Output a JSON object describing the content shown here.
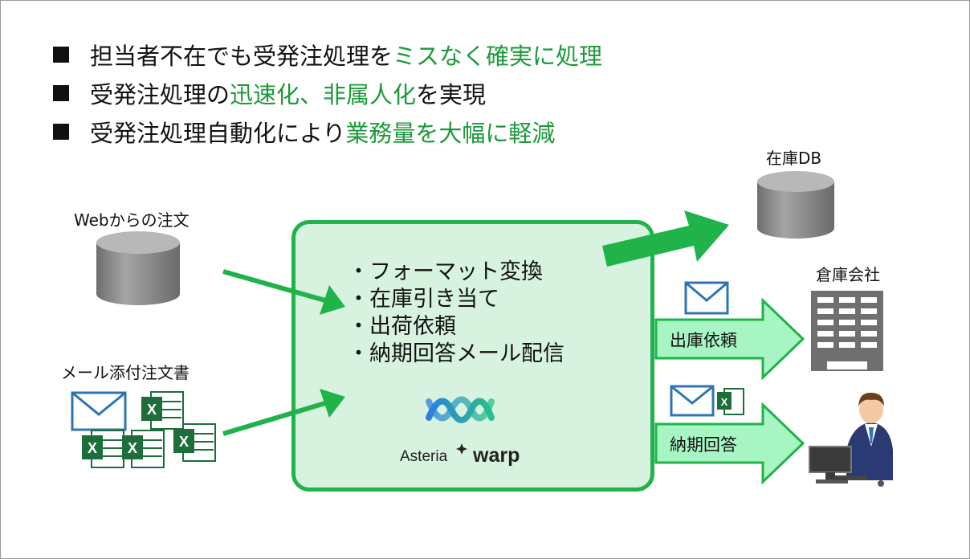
{
  "bullets": [
    {
      "plain": "担当者不在でも受発注処理を",
      "highlight": "ミスなく確実に処理",
      "suffix": ""
    },
    {
      "plain": "受発注処理の",
      "highlight": "迅速化、非属人化",
      "suffix": "を実現"
    },
    {
      "plain": "受発注処理自動化により",
      "highlight": "業務量を大幅に軽減",
      "suffix": ""
    }
  ],
  "inputs": {
    "web_label": "Webからの注文",
    "mail_label": "メール添付注文書"
  },
  "processing": {
    "tasks": [
      "・フォーマット変換",
      "・在庫引き当て",
      "・出荷依頼",
      "・納期回答メール配信"
    ],
    "logo_text_a": "Asteria",
    "logo_text_b": "warp"
  },
  "outputs": {
    "db_label": "在庫DB",
    "warehouse_label": "倉庫会社",
    "ship_label": "出庫依頼",
    "reply_label": "納期回答"
  },
  "colors": {
    "accent_green": "#1fb34a",
    "text_green": "#1b9a3a",
    "box_fill": "#d7f3df",
    "arrow_fill": "#a8f5c4",
    "cylinder_gray": "#8a8a8a",
    "excel_green": "#1e6e3c",
    "envelope_blue": "#2e74b5"
  },
  "icons": [
    "database-icon",
    "envelope-icon",
    "excel-file-icon",
    "building-icon",
    "person-at-computer-icon",
    "asteria-warp-logo"
  ]
}
